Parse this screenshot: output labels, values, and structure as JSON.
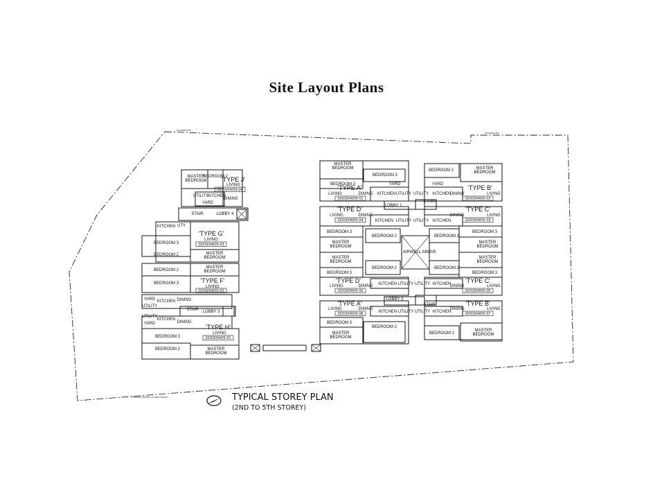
{
  "title": "Site Layout Plans",
  "plan_title": "TYPICAL STOREY PLAN",
  "plan_subtitle": "(2ND TO 5TH STOREY)",
  "boundary_label": "boundary line",
  "boundary_label_bottom": "boundary line/line of road reserve",
  "labels": [
    "MASTER BEDROOM",
    "BEDROOM 2",
    "'TYPE J'",
    "LIVING",
    "02/03/04/05-04",
    "DINING",
    "UTILITY",
    "KITCHEN",
    "YARD",
    "STAIR",
    "LOBBY 4",
    "KITCHEN",
    "UTY",
    "'TYPE G'",
    "LIVING",
    "02/03/04/05-03",
    "BEDROOM 3",
    "BEDROOM 2",
    "MASTER BEDROOM",
    "MASTER BEDROOM",
    "BEDROOM 2",
    "BEDROOM 3",
    "'TYPE F'",
    "LIVING",
    "02/03/04/05-02",
    "YARD",
    "UTILITY",
    "KITCHEN",
    "DINING",
    "STAIR",
    "LOBBY 3",
    "UTILITY",
    "YARD",
    "KITCHEN",
    "DINING",
    "'TYPE H'",
    "LIVING",
    "02/03/04/05-01",
    "BEDROOM 3",
    "BEDROOM 2",
    "MASTER BEDROOM",
    "MASTER BEDROOM",
    "BEDROOM 2",
    "BEDROOM 3",
    "'TYPE A'",
    "LIVING",
    "DINING",
    "02/03/04/05-01",
    "KITCHEN",
    "UTILITY",
    "YARD",
    "BEDROOM 2",
    "MASTER BEDROOM",
    "'TYPE B'",
    "DINING",
    "LIVING",
    "02/03/04/05-02",
    "UTILITY",
    "KITCHEN",
    "YARD",
    "LOBBY 1",
    "STAIR",
    "'TYPE D'",
    "LIVING",
    "DINING",
    "02/03/04/05-04",
    "KITCHEN",
    "UTILITY",
    "'TYPE C'",
    "DINING",
    "LIVING",
    "02/03/04/05-03",
    "UTILITY",
    "KITCHEN",
    "BEDROOM 3",
    "BEDROOM 2",
    "BEDROOM 2",
    "BEDROOM 3",
    "MASTER BEDROOM",
    "MASTER BEDROOM",
    "AIRWELL ABOVE",
    "MASTER BEDROOM",
    "MASTER BEDROOM",
    "BEDROOM 2",
    "BEDROOM 2",
    "BEDROOM 3",
    "BEDROOM 3",
    "'TYPE D'",
    "LIVING",
    "DINING",
    "02/03/04/05-06",
    "KITCHEN",
    "UTILITY",
    "'TYPE C'",
    "DINING",
    "LIVING",
    "02/03/04/05-05",
    "UTILITY",
    "KITCHEN",
    "LOBBY 2",
    "STAIR",
    "'TYPE A'",
    "LIVING",
    "DINING",
    "02/03/04/05-08",
    "KITCHEN",
    "UTILITY",
    "'TYPE B'",
    "DINING",
    "LIVING",
    "02/03/04/05-07",
    "UTILITY",
    "KITCHEN",
    "BEDROOM 3",
    "BEDROOM 2",
    "MASTER BEDROOM",
    "BEDROOM 2",
    "MASTER BEDROOM"
  ]
}
